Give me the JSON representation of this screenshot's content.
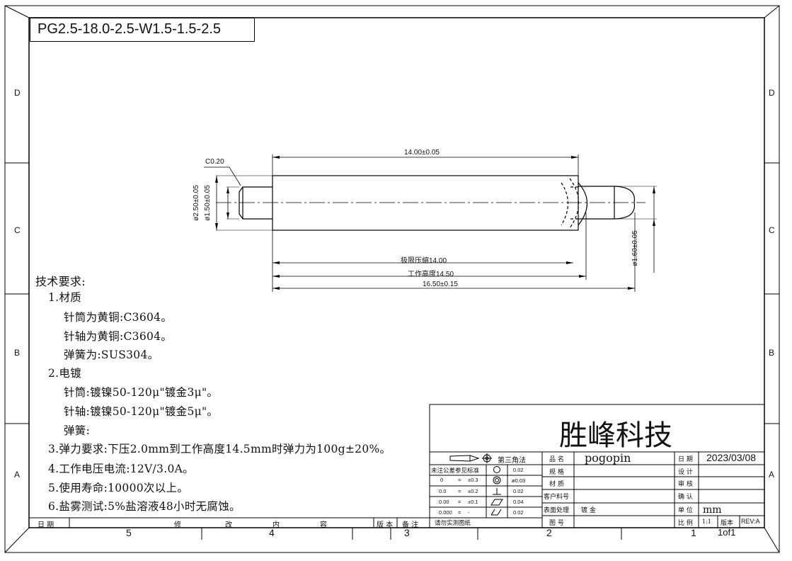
{
  "part_number": "PG2.5-18.0-2.5-W1.5-1.5-2.5",
  "zone_letters": [
    "D",
    "C",
    "B",
    "A"
  ],
  "zone_numbers": [
    "5",
    "4",
    "3",
    "2",
    "1"
  ],
  "dimensions": {
    "chamfer": "C0.20",
    "top_length": "14.00±0.05",
    "limit_compression": "极限压缩14.00",
    "working_height": "工作高度14.50",
    "overall_length": "16.50±0.15",
    "barrel_dia": "ø2.50±0.05",
    "inner_dia": "ø1.50±0.05",
    "plunger_dia": "ø1.60±0.05"
  },
  "requirements": {
    "heading": "技术要求:",
    "lines": [
      "1.材质",
      "针筒为黄铜:C3604。",
      "针轴为黄铜:C3604。",
      "弹簧为:SUS304。",
      "2.电镀",
      "针筒:镀镍50-120μ\"镀金3μ\"。",
      "针轴:镀镍50-120μ\"镀金5μ\"。",
      "弹簧:",
      "3.弹力要求:下压2.0mm到工作高度14.5mm时弹力为100g±20%。",
      "4.工作电压电流:12V/3.0A。",
      "5.使用寿命:10000次以上。",
      "6.盐雾测试:5%盐溶液48小时无腐蚀。"
    ]
  },
  "revision_table": {
    "date": "日 期",
    "modify": "修",
    "change": "改",
    "inner": "内",
    "content": "容",
    "version": "版 本",
    "remark": "备 注"
  },
  "title_block": {
    "company": "胜峰科技",
    "projection": "第三角法",
    "tolerance_title": "未注公差参见标准",
    "tolerances": [
      {
        "range": "0",
        "sep": "=",
        "tol": "±0.3"
      },
      {
        "range": "0.0",
        "sep": "=",
        "tol": "±0.2"
      },
      {
        "range": "0.00",
        "sep": "=",
        "tol": "±0.1"
      },
      {
        "range": "0.000",
        "sep": "=",
        "tol": "-"
      }
    ],
    "gdt_values": [
      "0.02",
      "ø0.03",
      "0.02",
      "0.04",
      "0.02"
    ],
    "no_measure": "请勿实测图纸",
    "labels": {
      "product_name": "品 名",
      "spec": "规 格",
      "material": "材 质",
      "customer_no": "客户料号",
      "surface": "表面处理",
      "drawing_no": "图 号",
      "date": "日 期",
      "design": "设 计",
      "review": "审 核",
      "confirm": "确 认",
      "unit": "单 位",
      "scale": "比 例",
      "version": "版本"
    },
    "values": {
      "product_name": "pogopin",
      "surface": "镀  金",
      "date": "2023/03/08",
      "unit": "mm",
      "scale": "1:1",
      "rev": "REV:A",
      "sheet": "1of1"
    }
  }
}
